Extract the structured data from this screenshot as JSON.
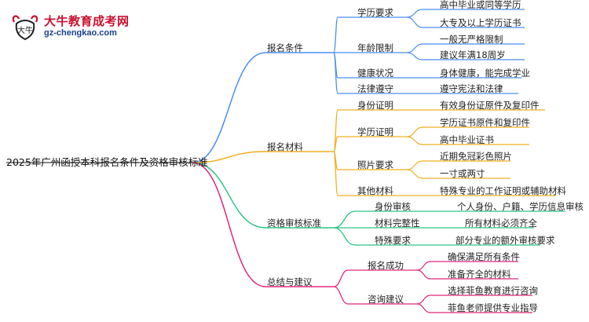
{
  "logo": {
    "title": "大牛教育成考网",
    "url": "gz-chengkao.com",
    "mark_text": "大牛"
  },
  "root": "2025年广州函授本科报名条件及资格审核标准",
  "branches": [
    {
      "label": "报名条件",
      "color": "#4a8ff0",
      "children": [
        {
          "label": "学历要求",
          "children": [
            "高中毕业或同等学历",
            "大专及以上学历证书"
          ]
        },
        {
          "label": "年龄限制",
          "children": [
            "一般无严格限制",
            "建议年满18周岁"
          ]
        },
        {
          "label": "健康状况",
          "children": [
            "身体健康，能完成学业"
          ]
        },
        {
          "label": "法律遵守",
          "children": [
            "遵守宪法和法律"
          ]
        }
      ]
    },
    {
      "label": "报名材料",
      "color": "#f0b020",
      "children": [
        {
          "label": "身份证明",
          "children": [
            "有效身份证原件及复印件"
          ]
        },
        {
          "label": "学历证明",
          "children": [
            "学历证书原件和复印件",
            "高中毕业证书"
          ]
        },
        {
          "label": "照片要求",
          "children": [
            "近期免冠彩色照片",
            "一寸或两寸"
          ]
        },
        {
          "label": "其他材料",
          "children": [
            "特殊专业的工作证明或辅助材料"
          ]
        }
      ]
    },
    {
      "label": "资格审核标准",
      "color": "#2cc486",
      "children": [
        {
          "label": "身份审核",
          "children": [
            "个人身份、户籍、学历信息审核"
          ]
        },
        {
          "label": "材料完整性",
          "children": [
            "所有材料必须齐全"
          ]
        },
        {
          "label": "特殊要求",
          "children": [
            "部分专业的额外审核要求"
          ]
        }
      ]
    },
    {
      "label": "总结与建议",
      "color": "#e0287a",
      "children": [
        {
          "label": "报名成功",
          "children": [
            "确保满足所有条件",
            "准备齐全的材料"
          ]
        },
        {
          "label": "咨询建议",
          "children": [
            "选择菲鱼教育进行咨询",
            "菲鱼老师提供专业指导"
          ]
        }
      ]
    }
  ]
}
